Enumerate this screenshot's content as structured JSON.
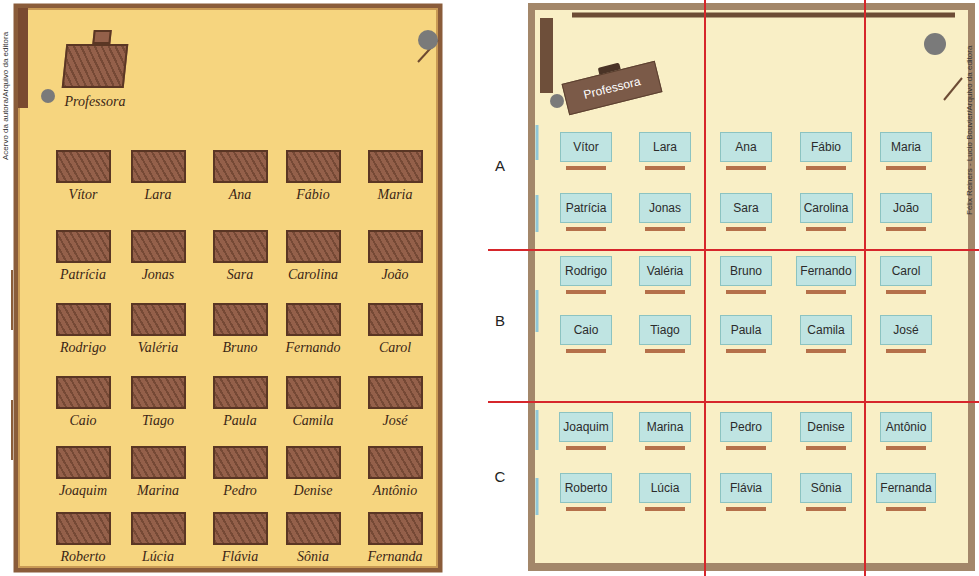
{
  "diagram": {
    "nodes": [
      {
        "text": [
          "Professora"
        ]
      },
      {
        "text": [
          "Vítor"
        ]
      },
      {
        "text": [
          "Lara"
        ]
      },
      {
        "text": [
          "Ana"
        ]
      },
      {
        "text": [
          "Fábio"
        ]
      },
      {
        "text": [
          "Maria"
        ]
      },
      {
        "text": [
          "Patrícia"
        ]
      },
      {
        "text": [
          "Jonas"
        ]
      },
      {
        "text": [
          "Sara"
        ]
      },
      {
        "text": [
          "Carolina"
        ]
      },
      {
        "text": [
          "João"
        ]
      },
      {
        "text": [
          "Rodrigo"
        ]
      },
      {
        "text": [
          "Valéria"
        ]
      },
      {
        "text": [
          "Bruno"
        ]
      },
      {
        "text": [
          "Fernando"
        ]
      },
      {
        "text": [
          "Carol"
        ]
      },
      {
        "text": [
          "Caio"
        ]
      },
      {
        "text": [
          "Tiago"
        ]
      },
      {
        "text": [
          "Paula"
        ]
      },
      {
        "text": [
          "Camila"
        ]
      },
      {
        "text": [
          "José"
        ]
      },
      {
        "text": [
          "Joaquim"
        ]
      },
      {
        "text": [
          "Marina"
        ]
      },
      {
        "text": [
          "Pedro"
        ]
      },
      {
        "text": [
          "Denise"
        ]
      },
      {
        "text": [
          "Antônio"
        ]
      },
      {
        "text": [
          "Roberto"
        ]
      },
      {
        "text": [
          "Lúcia"
        ]
      },
      {
        "text": [
          "Flávia"
        ]
      },
      {
        "text": [
          "Sônia"
        ]
      },
      {
        "text": [
          "Fernanda"
        ]
      },
      {
        "text": [
          "Professora"
        ]
      },
      {
        "text": [
          "Vítor"
        ]
      },
      {
        "text": [
          "Lara"
        ]
      },
      {
        "text": [
          "Ana"
        ]
      },
      {
        "text": [
          "Fábio"
        ]
      },
      {
        "text": [
          "Maria"
        ]
      },
      {
        "text": [
          "Patrícia"
        ]
      },
      {
        "text": [
          "Jonas"
        ]
      },
      {
        "text": [
          "Sara"
        ]
      },
      {
        "text": [
          "Carolina"
        ]
      },
      {
        "text": [
          "João"
        ]
      },
      {
        "text": [
          "Rodrigo"
        ]
      },
      {
        "text": [
          "Valéria"
        ]
      },
      {
        "text": [
          "Bruno"
        ]
      },
      {
        "text": [
          "Fernando"
        ]
      },
      {
        "text": [
          "Carol"
        ]
      },
      {
        "text": [
          "Caio"
        ]
      },
      {
        "text": [
          "Tiago"
        ]
      },
      {
        "text": [
          "Paula"
        ]
      },
      {
        "text": [
          "Camila"
        ]
      },
      {
        "text": [
          "José"
        ]
      },
      {
        "text": [
          "Joaquim"
        ]
      },
      {
        "text": [
          "Marina"
        ]
      },
      {
        "text": [
          "Pedro"
        ]
      },
      {
        "text": [
          "Denise"
        ]
      },
      {
        "text": [
          "Antônio"
        ]
      },
      {
        "text": [
          "Roberto"
        ]
      },
      {
        "text": [
          "Lúcia"
        ]
      },
      {
        "text": [
          "Flávia"
        ]
      },
      {
        "text": [
          "Sônia"
        ]
      },
      {
        "text": [
          "Fernanda"
        ]
      }
    ],
    "labels": [
      "Acervo da autora/Arquivo da editora",
      "A",
      "B",
      "C",
      "Félix Reiners - Lucio Bouvier/Arquivo da editora"
    ]
  }
}
